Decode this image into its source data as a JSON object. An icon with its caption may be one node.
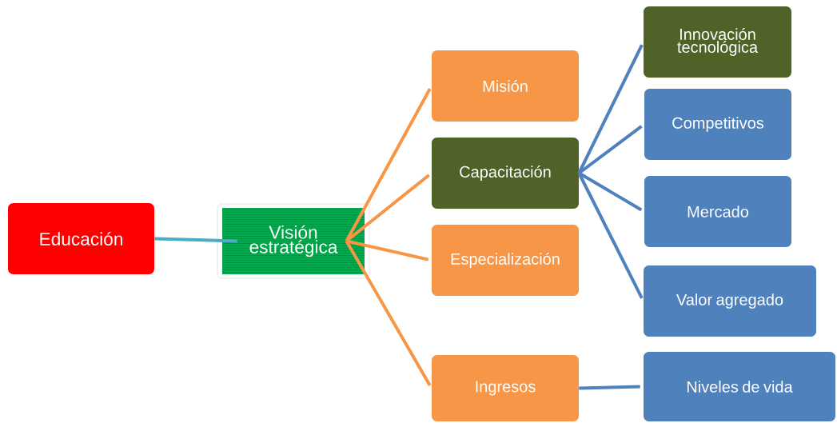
{
  "diagram": {
    "nodes": [
      {
        "text": [
          "Educación"
        ]
      },
      {
        "text": [
          "Visión estratégica"
        ]
      },
      {
        "text": [
          "Misión"
        ]
      },
      {
        "text": [
          "Capacitación"
        ]
      },
      {
        "text": [
          "Especialización"
        ]
      },
      {
        "text": [
          "Ingresos"
        ]
      },
      {
        "text": [
          "Innovación tecnológica"
        ]
      },
      {
        "text": [
          "Competitivos"
        ]
      },
      {
        "text": [
          "Mercado"
        ]
      },
      {
        "text": [
          "Valor agregado"
        ]
      },
      {
        "text": [
          "Niveles de vida"
        ]
      }
    ],
    "edges": [
      {
        "from": 0,
        "to": 1,
        "arrow": "none",
        "color": "#4bacc6"
      },
      {
        "from": 1,
        "to": 2,
        "arrow": "none",
        "color": "#f79646"
      },
      {
        "from": 1,
        "to": 3,
        "arrow": "none",
        "color": "#f79646"
      },
      {
        "from": 1,
        "to": 4,
        "arrow": "none",
        "color": "#f79646"
      },
      {
        "from": 1,
        "to": 5,
        "arrow": "none",
        "color": "#f79646"
      },
      {
        "from": 3,
        "to": 6,
        "arrow": "none",
        "color": "#4f81bd"
      },
      {
        "from": 3,
        "to": 7,
        "arrow": "none",
        "color": "#4f81bd"
      },
      {
        "from": 3,
        "to": 8,
        "arrow": "none",
        "color": "#4f81bd"
      },
      {
        "from": 3,
        "to": 9,
        "arrow": "none",
        "color": "#4f81bd"
      },
      {
        "from": 5,
        "to": 10,
        "arrow": "none",
        "color": "#4f81bd"
      }
    ]
  }
}
